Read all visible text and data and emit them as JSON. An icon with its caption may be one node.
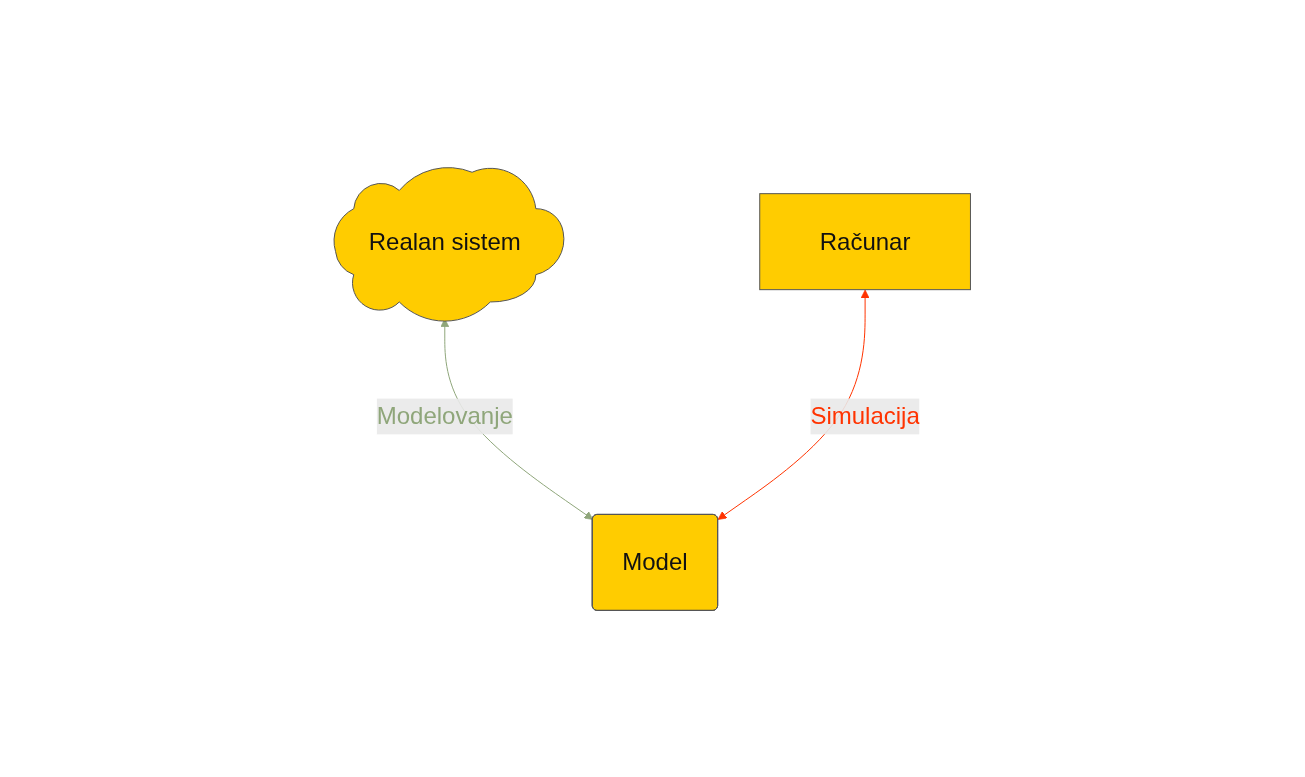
{
  "diagram": {
    "nodes": [
      {
        "text": [
          "Realan sistem"
        ]
      },
      {
        "text": [
          "Računar"
        ]
      },
      {
        "text": [
          "Model"
        ]
      }
    ],
    "edges": [
      {
        "from": 0,
        "to": 2,
        "arrow": "both",
        "label": "Modelovanje",
        "color": "#8fa67a"
      },
      {
        "from": 1,
        "to": 2,
        "arrow": "both",
        "label": "Simulacija",
        "color": "#ff3300"
      }
    ]
  }
}
